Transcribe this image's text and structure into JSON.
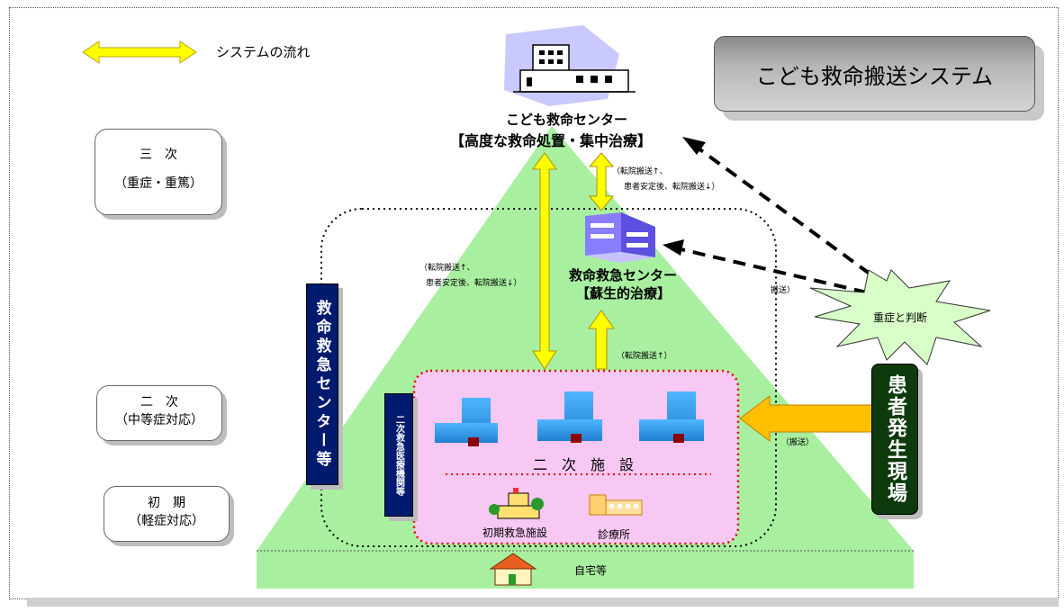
{
  "legend": {
    "label": "システムの流れ"
  },
  "title": "こども救命搬送システム",
  "top_center": {
    "name": "こども救命センター",
    "role": "【高度な救命処置・集中治療】"
  },
  "mid_center": {
    "name": "救命救急センター",
    "role": "【蘇生的治療】"
  },
  "levels": {
    "tertiary": {
      "line1": "三　次",
      "line2": "（重症・重篤）"
    },
    "secondary": {
      "line1": "二　次",
      "line2": "（中等症対応）"
    },
    "primary": {
      "line1": "初　期",
      "line2": "（軽症対応）"
    }
  },
  "left_vbox": "救命救急センター等",
  "secondary_vbox": "二次救急医療機関等",
  "secondary_facilities": "二　次　施　設",
  "primary_facility": "初期救急施設",
  "clinic": "診療所",
  "home": "自宅等",
  "scene": "患者発生現場",
  "judgement": "重症と判断",
  "labels": {
    "transfer_top_1": "（転院搬送↑、",
    "transfer_top_2": "患者安定後、転院搬送↓）",
    "transfer_left_1": "（転院搬送↑、",
    "transfer_left_2": "患者安定後、転院搬送↓）",
    "transfer_up": "（転院搬送↑）",
    "transport_1": "搬送）",
    "transport_2": "（搬送）"
  },
  "colors": {
    "pyramid": "#a8f0a0",
    "arrow_yellow": "#ffff00",
    "arrow_orange": "#ffc000",
    "navy": "#001a6e",
    "dark_green": "#0d3b0d",
    "pink": "#f7c8f4",
    "burst": "#d8ffc8"
  }
}
